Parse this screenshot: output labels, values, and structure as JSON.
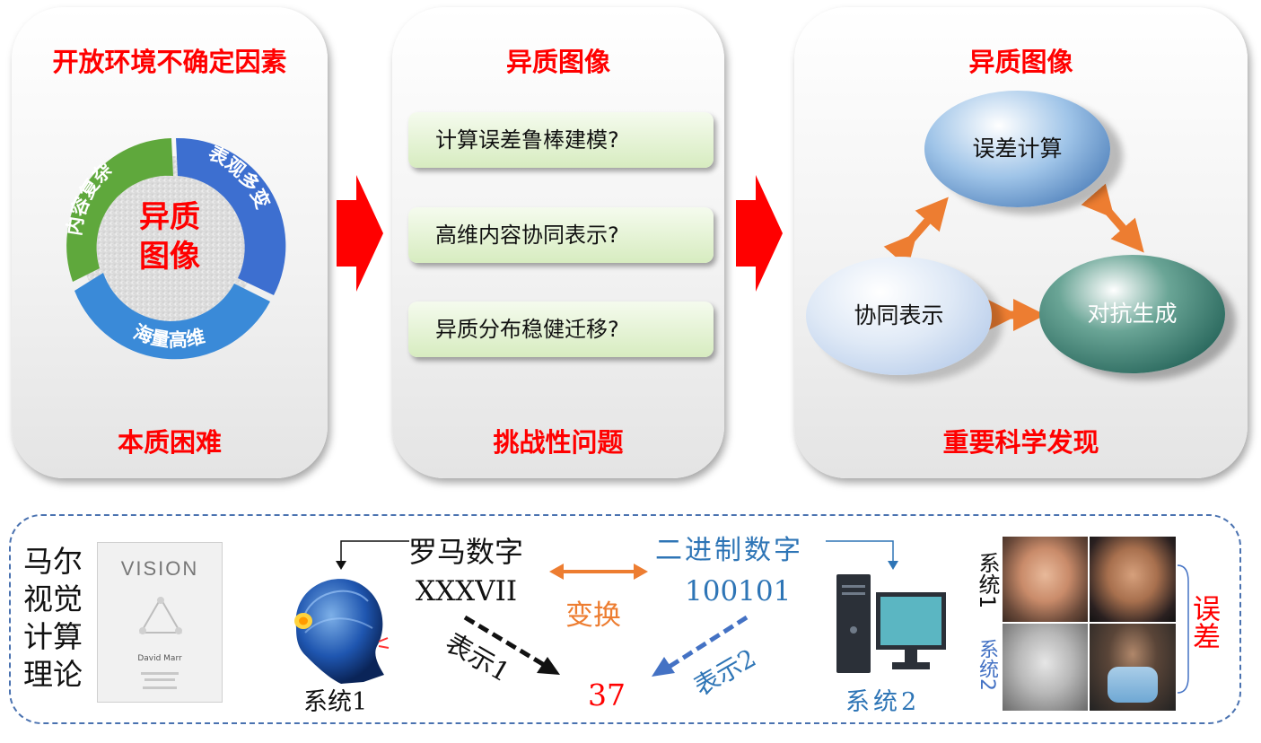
{
  "panel1": {
    "title": "开放环境不确定因素",
    "footer": "本质困难",
    "center": [
      "异质",
      "图像"
    ],
    "ring": [
      "内容复杂",
      "表观多变",
      "海量高维"
    ]
  },
  "panel2": {
    "title": "异质图像",
    "footer": "挑战性问题",
    "questions": [
      "计算误差鲁棒建模?",
      "高维内容协同表示?",
      "异质分布稳健迁移?"
    ]
  },
  "panel3": {
    "title": "异质图像",
    "footer": "重要科学发现",
    "nodes": [
      "误差计算",
      "协同表示",
      "对抗生成"
    ]
  },
  "bottom": {
    "marr": [
      "马尔",
      "视觉",
      "计算",
      "理论"
    ],
    "book": {
      "title": "VISION",
      "author": "David Marr"
    },
    "roman_label": "罗马数字",
    "roman_value": "XXXVII",
    "binary_label": "二进制数字",
    "binary_value": "100101",
    "transform": "变换",
    "rep1": "表示1",
    "rep2": "表示2",
    "result": "37",
    "system1": "系统1",
    "system2": "系统2",
    "face_sys1": "系统1",
    "face_sys2": "系统2",
    "error": "误差"
  },
  "colors": {
    "title_red": "#ff0000",
    "arrow_orange": "#ed7d31",
    "blue_text": "#2e75b6",
    "ring_green": "#5fa83c",
    "ring_blue": "#3d6fd0",
    "ring_lightblue": "#3a8ad8"
  }
}
